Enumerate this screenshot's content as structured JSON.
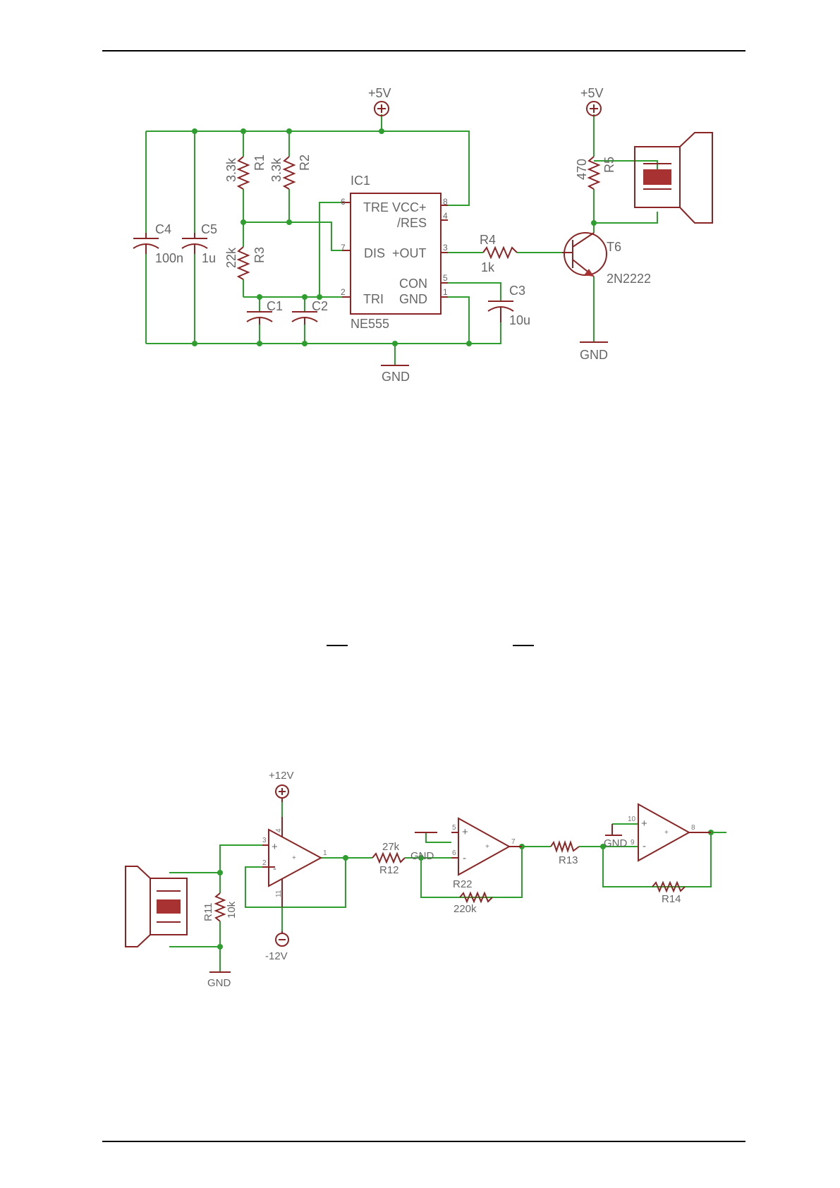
{
  "colors": {
    "wire": "#2e9e2e",
    "part": "#8b2525",
    "label": "#666666",
    "rule": "#000000"
  },
  "schematic1": {
    "supply_left": "+5V",
    "supply_right": "+5V",
    "gnd_main": "GND",
    "gnd_transistor": "GND",
    "ic": {
      "name": "IC1",
      "part": "NE555",
      "pins": {
        "tre": "TRE",
        "vcc": "VCC+",
        "res": "/RES",
        "dis": "DIS",
        "out": "+OUT",
        "con": "CON",
        "tri": "TRI",
        "gnd": "GND"
      },
      "pin_numbers": {
        "p6": "6",
        "p8": "8",
        "p4": "4",
        "p7": "7",
        "p3": "3",
        "p5": "5",
        "p2": "2",
        "p1": "1"
      }
    },
    "r1": {
      "name": "R1",
      "value": "3.3k"
    },
    "r2": {
      "name": "R2",
      "value": "3.3k"
    },
    "r3": {
      "name": "R3",
      "value": "22k"
    },
    "r4": {
      "name": "R4",
      "value": "1k"
    },
    "r5": {
      "name": "R5",
      "value": "470"
    },
    "c1": {
      "name": "C1"
    },
    "c2": {
      "name": "C2"
    },
    "c3": {
      "name": "C3",
      "value": "10u"
    },
    "c4": {
      "name": "C4",
      "value": "100n"
    },
    "c5": {
      "name": "C5",
      "value": "1u"
    },
    "t6": {
      "name": "T6",
      "part": "2N2222"
    }
  },
  "schematic2": {
    "supply_pos": "+12V",
    "supply_neg": "-12V",
    "gnd_left": "GND",
    "gnd_stage2": "GND",
    "gnd_stage3": "GND",
    "r11": {
      "name": "R11",
      "value": "10k"
    },
    "r12": {
      "name": "R12",
      "value": "27k"
    },
    "r13": {
      "name": "R13"
    },
    "r14": {
      "name": "R14"
    },
    "r22": {
      "name": "R22",
      "value": "220k"
    },
    "opamp1": {
      "plus": "+",
      "minus": "-",
      "out_sign": "+",
      "pins": {
        "p3": "3",
        "p2": "2",
        "p1": "1",
        "p4": "4",
        "p11": "11"
      }
    },
    "opamp2": {
      "plus": "+",
      "minus": "-",
      "out_sign": "+",
      "pins": {
        "p5": "5",
        "p6": "6",
        "p7": "7"
      }
    },
    "opamp3": {
      "plus": "+",
      "minus": "-",
      "out_sign": "+",
      "pins": {
        "p10": "10",
        "p9": "9",
        "p8": "8"
      }
    }
  }
}
